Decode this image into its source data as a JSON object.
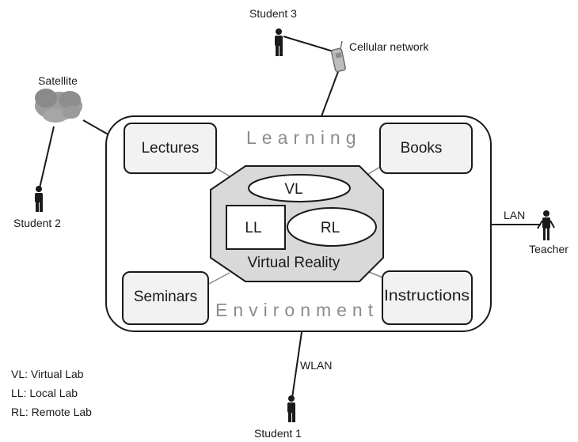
{
  "diagram": {
    "center": {
      "title_top": "Learning",
      "title_bottom": "Environment",
      "boxes": {
        "lectures": "Lectures",
        "books": "Books",
        "seminars": "Seminars",
        "instructions": "Instructions"
      },
      "vr": {
        "label": "Virtual Reality",
        "vl": "VL",
        "ll": "LL",
        "rl": "RL"
      }
    },
    "nodes": {
      "student3": "Student 3",
      "cellular": "Cellular network",
      "satellite": "Satellite",
      "student2": "Student 2",
      "teacher": "Teacher",
      "student1": "Student 1"
    },
    "links": {
      "lan": "LAN",
      "wlan": "WLAN"
    },
    "legend": [
      "VL: Virtual Lab",
      "LL: Local Lab",
      "RL: Remote Lab"
    ]
  }
}
